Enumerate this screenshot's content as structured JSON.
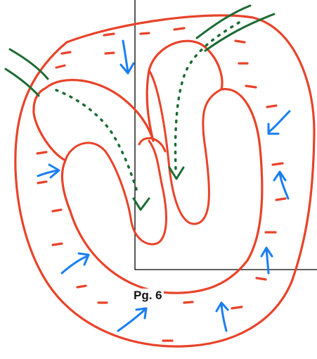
{
  "caption": "Pg. 6",
  "colors": {
    "outline": "#e8432a",
    "charge": "#e8432a",
    "arrows": "#1a7ef0",
    "flow": "#1c6b33",
    "axes": "#000000"
  },
  "marks": {
    "charge_sign": "minus",
    "arrow_direction": "inward",
    "flow_style": "dotted"
  }
}
